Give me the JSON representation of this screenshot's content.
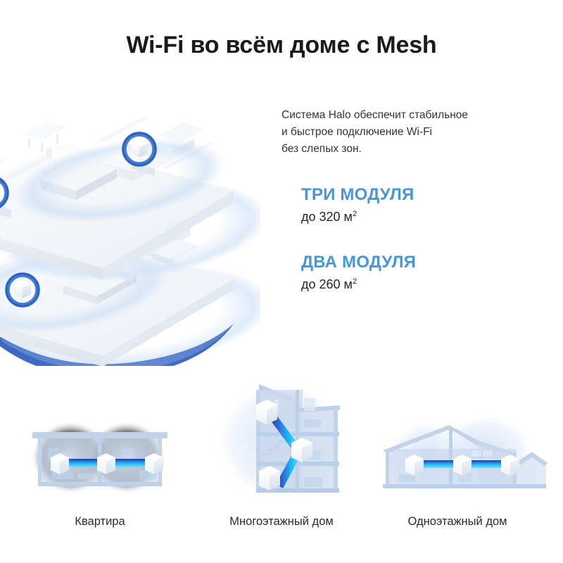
{
  "header": {
    "title": "Wi-Fi во всём доме с Mesh"
  },
  "copy": {
    "description": "Система Halo обеспечит стабильное\nи быстрое подключение Wi-Fi\nбез слепых зон.",
    "packages": [
      {
        "title": "ТРИ МОДУЛЯ",
        "area_prefix": "до 320 м",
        "area_sup": "2"
      },
      {
        "title": "ДВА МОДУЛЯ",
        "area_prefix": "до 260 м",
        "area_sup": "2"
      }
    ]
  },
  "hero": {
    "alt": "floorplan-two-floors-illustration",
    "node_count": 3
  },
  "scenarios": [
    {
      "caption": "Квартира",
      "icon": "apartment-cross-section-icon",
      "nodes": 3
    },
    {
      "caption": "Многоэтажный дом",
      "icon": "multistory-house-icon",
      "nodes": 3
    },
    {
      "caption": "Одноэтажный дом",
      "icon": "single-story-house-icon",
      "nodes": 3
    }
  ],
  "colors": {
    "accent_blue": "#4696db",
    "deep_blue": "#2f62c4",
    "node_ring": "#2764c6",
    "beam_cyan": "#16b6f5",
    "beam_navy": "#1b3f8f",
    "house_fill": "#ccdaed",
    "halo": "#dbe8f8",
    "text_dark": "#262626",
    "background": "#ffffff"
  }
}
